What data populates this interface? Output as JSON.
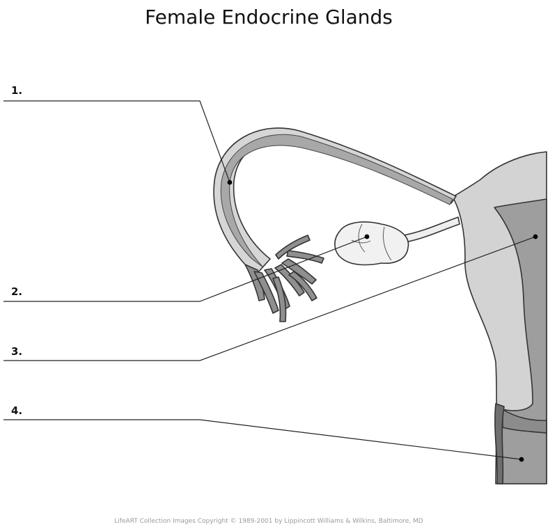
{
  "title": "Female Endocrine Glands",
  "labels": [
    "1.",
    "2.",
    "3.",
    "4."
  ],
  "credit": "LifeART Collection Images Copyright © 1989-2001 by Lippincott Williams & Wilkins, Baltimore, MD",
  "colors": {
    "uterus_wall": "#d3d3d3",
    "uterine_lining": "#9e9e9e",
    "tube": "#a8a8a8",
    "tube_wall": "#d6d6d6",
    "ovary": "#f1f1f1",
    "outline": "#333333"
  }
}
